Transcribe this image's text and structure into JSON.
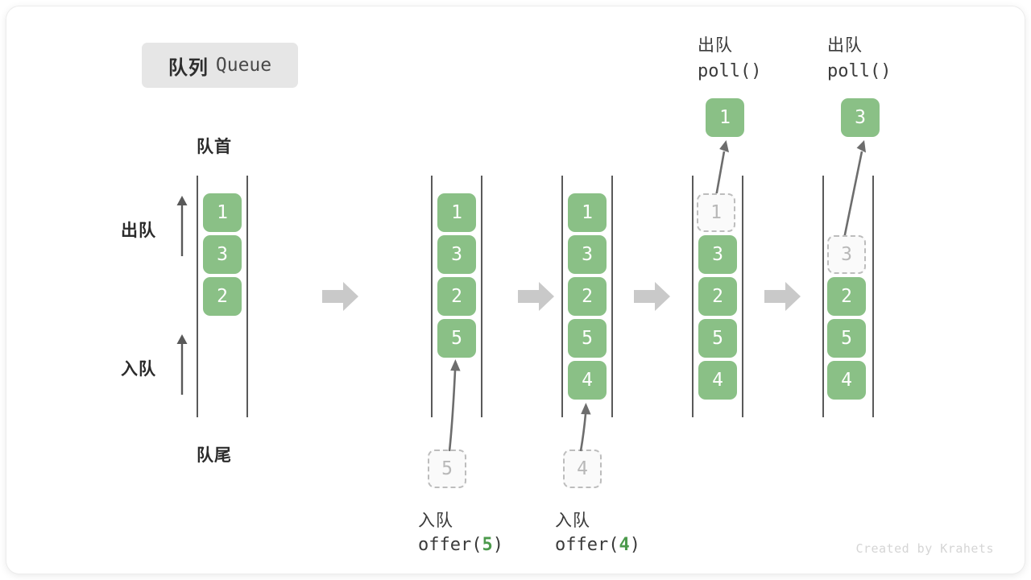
{
  "title": {
    "cn": "队列",
    "en": "Queue"
  },
  "labels": {
    "head": "队首",
    "tail": "队尾",
    "dequeue": "出队",
    "enqueue": "入队"
  },
  "colors": {
    "cell_fill": "#8ac086",
    "cell_text": "#ffffff",
    "ghost_border": "#bdbdbd",
    "ghost_text": "#b8b8b8",
    "rail": "#5a5a5a",
    "block_arrow": "#c9c9c9",
    "badge_bg": "#e6e6e6",
    "accent_number": "#4c9a4c"
  },
  "stages": [
    {
      "id": "stage-initial",
      "cells": [
        "1",
        "3",
        "2"
      ],
      "ghost_top": null,
      "ghost_bottom": null,
      "op_cn": null,
      "op_code_pre": null,
      "op_code_num": null,
      "op_code_post": null,
      "result_cell": null
    },
    {
      "id": "stage-offer-5",
      "cells": [
        "1",
        "3",
        "2",
        "5"
      ],
      "ghost_top": null,
      "ghost_bottom": "5",
      "op_cn": "入队",
      "op_code_pre": "offer(",
      "op_code_num": "5",
      "op_code_post": ")",
      "result_cell": null
    },
    {
      "id": "stage-offer-4",
      "cells": [
        "1",
        "3",
        "2",
        "5",
        "4"
      ],
      "ghost_top": null,
      "ghost_bottom": "4",
      "op_cn": "入队",
      "op_code_pre": "offer(",
      "op_code_num": "4",
      "op_code_post": ")",
      "result_cell": null
    },
    {
      "id": "stage-poll-1",
      "cells": [
        "3",
        "2",
        "5",
        "4"
      ],
      "ghost_top": "1",
      "ghost_bottom": null,
      "op_cn": "出队",
      "op_code_pre": "poll()",
      "op_code_num": null,
      "op_code_post": null,
      "result_cell": "1"
    },
    {
      "id": "stage-poll-3",
      "cells": [
        "2",
        "5",
        "4"
      ],
      "ghost_top": "3",
      "ghost_bottom": null,
      "op_cn": "出队",
      "op_code_pre": "poll()",
      "op_code_num": null,
      "op_code_post": null,
      "result_cell": "3"
    }
  ],
  "footer": "Created by Krahets"
}
